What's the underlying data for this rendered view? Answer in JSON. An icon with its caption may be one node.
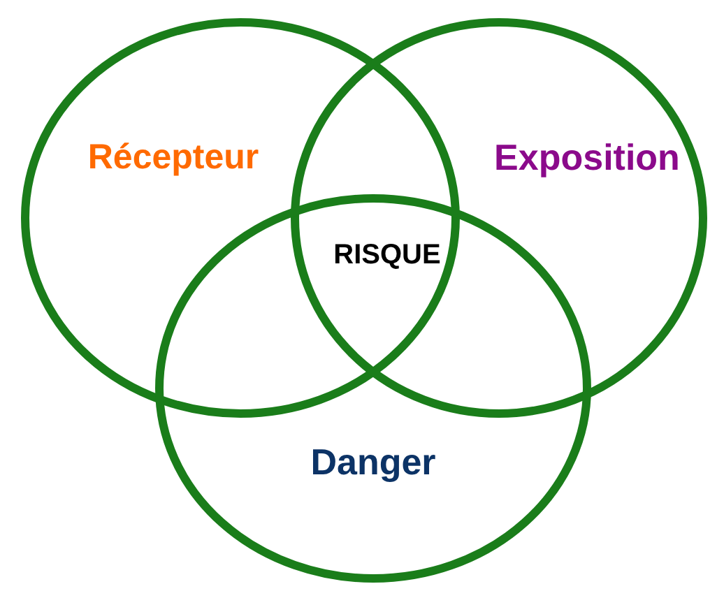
{
  "diagram": {
    "nodes": [
      {
        "text": [
          "Récepteur"
        ]
      },
      {
        "text": [
          "Exposition"
        ]
      },
      {
        "text": [
          "Danger"
        ]
      }
    ],
    "labels": [
      "RISQUE"
    ]
  }
}
